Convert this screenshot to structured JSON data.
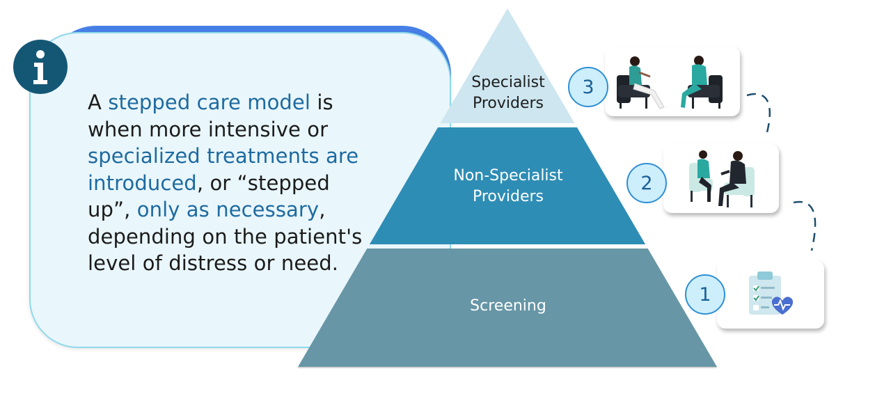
{
  "info_card": {
    "icon": "info-icon",
    "segments": [
      {
        "text": "A ",
        "emphasis": false
      },
      {
        "text": "stepped care model",
        "emphasis": true
      },
      {
        "text": " is when more intensive or ",
        "emphasis": false
      },
      {
        "text": "specialized treatments are introduced",
        "emphasis": true
      },
      {
        "text": ", or “stepped up”, ",
        "emphasis": false
      },
      {
        "text": "only as necessary",
        "emphasis": true
      },
      {
        "text": ", depending on the patient's level of distress or need.",
        "emphasis": false
      }
    ]
  },
  "pyramid": {
    "tiers": [
      {
        "label_line1": "Specialist",
        "label_line2": "Providers",
        "color": "#cde6f0",
        "text_color": "#1d1d1d"
      },
      {
        "label_line1": "Non-Specialist",
        "label_line2": "Providers",
        "color": "#2e8db5",
        "text_color": "#ffffff"
      },
      {
        "label_line1": "Screening",
        "label_line2": "",
        "color": "#6796a6",
        "text_color": "#ffffff"
      }
    ]
  },
  "steps": [
    {
      "number": "3",
      "icon": "two-people-in-armchairs-icon"
    },
    {
      "number": "2",
      "icon": "counseling-session-icon"
    },
    {
      "number": "1",
      "icon": "clipboard-heart-icon"
    }
  ],
  "colors": {
    "accent": "#1d6aa0",
    "card_bg": "#e9f6fb",
    "card_border": "#8fd9ec",
    "card_shadow": "#4680e6",
    "info_icon_bg": "#145775",
    "connector": "#1e4e6e"
  }
}
